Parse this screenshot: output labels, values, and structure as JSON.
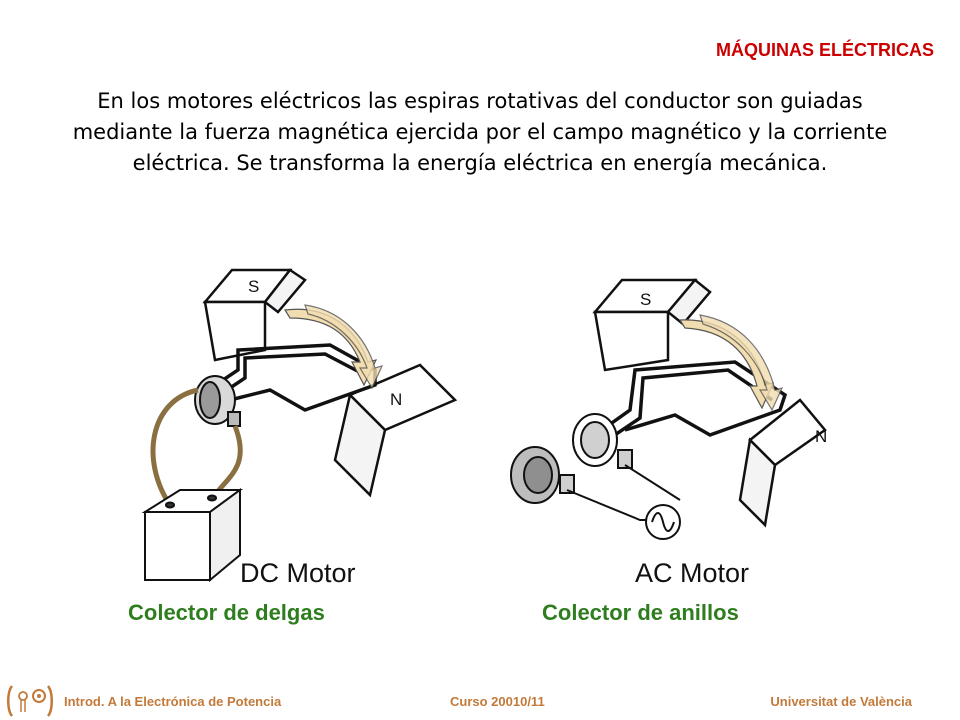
{
  "header": {
    "title": "MÁQUINAS ELÉCTRICAS"
  },
  "intro": {
    "text": "En los motores eléctricos las espiras rotativas del conductor son guiadas mediante la fuerza magnética ejercida por el campo magnético y la corriente eléctrica. Se transforma la energía eléctrica en energía mecánica."
  },
  "figures": {
    "dc": {
      "title": "DC Motor",
      "pole_s": "S",
      "pole_n": "N",
      "caption": "Colector de delgas"
    },
    "ac": {
      "title": "AC Motor",
      "pole_s": "S",
      "pole_n": "N",
      "caption": "Colector de anillos"
    }
  },
  "footer": {
    "left": "Introd. A la Electrónica de Potencia",
    "center": "Curso 20010/11",
    "right": "Universitat de València"
  },
  "colors": {
    "title": "#cc0000",
    "caption": "#2e7d1e",
    "footer": "#c27a3a",
    "arrow": "#f2ddb0"
  }
}
